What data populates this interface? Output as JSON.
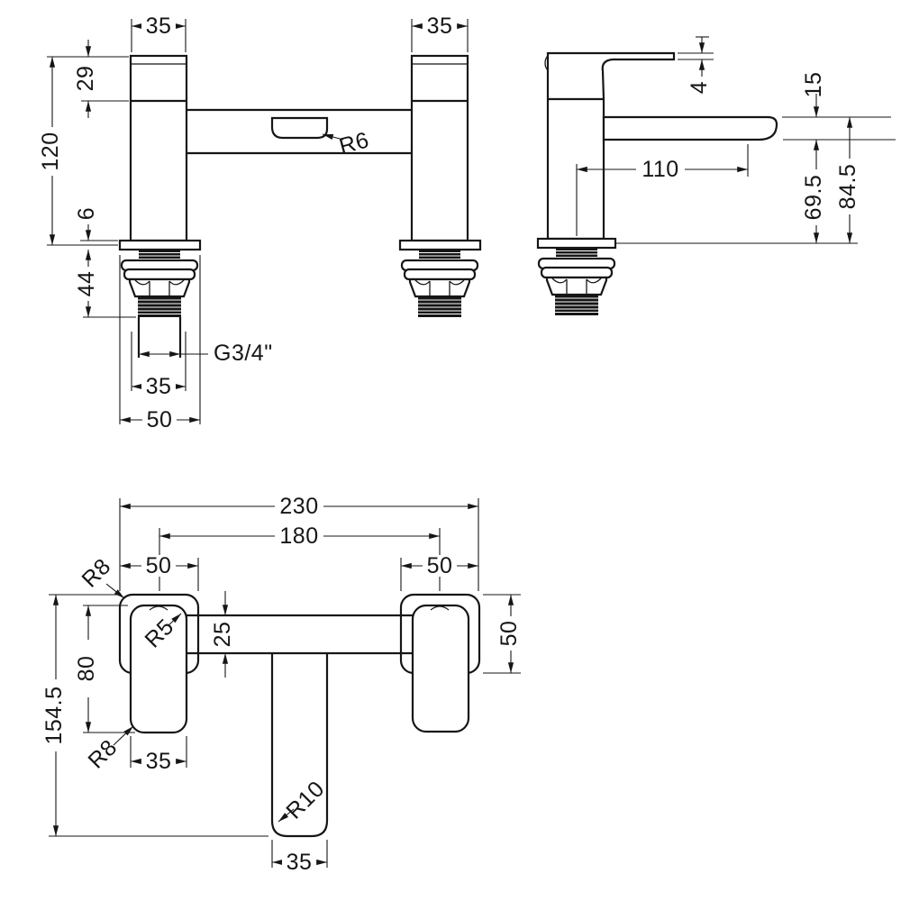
{
  "drawing": {
    "type": "technical-dimension-drawing",
    "subject": "bath filler tap",
    "line_color": "#161616",
    "background_color": "#ffffff",
    "views": {
      "front": {
        "dims": {
          "body_width_left": "35",
          "body_width_right": "35",
          "head_height": "29",
          "total_height": "120",
          "deck_plate_thickness": "6",
          "shank_length": "44",
          "thread_size": "G3/4\"",
          "shank_width": "35",
          "base_plate_width": "50",
          "spout_corner_radius": "R6"
        }
      },
      "side": {
        "dims": {
          "handle_thickness": "4",
          "spout_thickness": "15",
          "spout_reach": "110",
          "height_under_spout": "69.5",
          "overall_height": "84.5"
        }
      },
      "plan": {
        "dims": {
          "overall_width": "230",
          "fixing_centres": "180",
          "base_width_left": "50",
          "base_width_right": "50",
          "base_depth": "50",
          "bridge_width": "25",
          "body_depth": "80",
          "overall_depth": "154.5",
          "body_width": "35",
          "spout_width": "35",
          "base_corner_radius_top": "R8",
          "bridge_fillet_radius": "R5",
          "body_corner_radius": "R8",
          "spout_end_radius": "R10"
        }
      }
    }
  }
}
